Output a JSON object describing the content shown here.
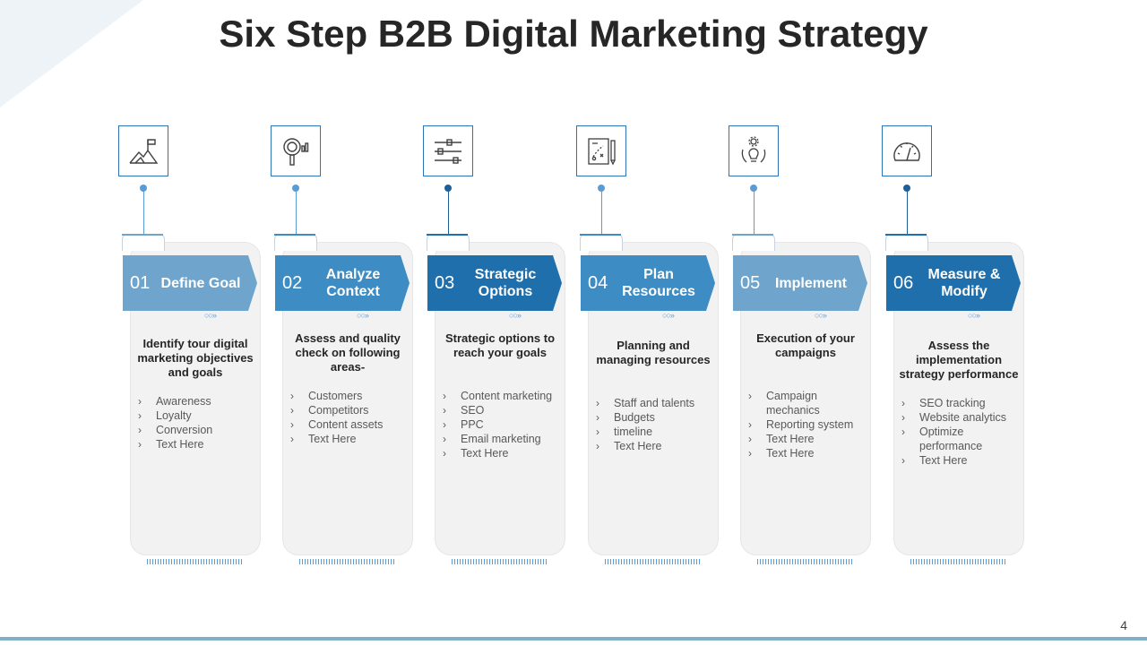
{
  "title": "Six Step B2B Digital Marketing Strategy",
  "page_number": "4",
  "colors": {
    "light": "#6fa5cc",
    "mid": "#3d8dc4",
    "dark": "#1f6fad",
    "dot_light": "#5b9bd5",
    "dot_dark": "#1f5f99"
  },
  "steps": [
    {
      "number": "01",
      "title": "Define Goal",
      "icon": "mountain-flag-icon",
      "description": "Identify tour digital marketing objectives and goals",
      "bullets": [
        "Awareness",
        "Loyalty",
        "Conversion",
        "Text Here"
      ]
    },
    {
      "number": "02",
      "title": "Analyze Context",
      "icon": "magnifier-chart-icon",
      "description": "Assess  and quality check on following areas-",
      "bullets": [
        "Customers",
        "Competitors",
        "Content assets",
        "Text Here"
      ]
    },
    {
      "number": "03",
      "title": "Strategic Options",
      "icon": "sliders-icon",
      "description": "Strategic options to reach your goals",
      "bullets": [
        "Content marketing",
        "SEO",
        "PPC",
        "Email marketing",
        "Text Here"
      ]
    },
    {
      "number": "04",
      "title": "Plan Resources",
      "icon": "plan-document-icon",
      "description": "Planning and managing resources",
      "bullets": [
        "Staff and talents",
        "Budgets",
        "timeline",
        "Text Here"
      ]
    },
    {
      "number": "05",
      "title": "Implement",
      "icon": "gear-bulb-icon",
      "description": "Execution of your campaigns",
      "bullets": [
        "Campaign mechanics",
        "Reporting system",
        "Text Here",
        "Text Here"
      ]
    },
    {
      "number": "06",
      "title": "Measure & Modify",
      "icon": "gauge-icon",
      "description": "Assess  the implementation strategy performance",
      "bullets": [
        "SEO tracking",
        "Website analytics",
        "Optimize performance",
        "Text Here"
      ]
    }
  ]
}
